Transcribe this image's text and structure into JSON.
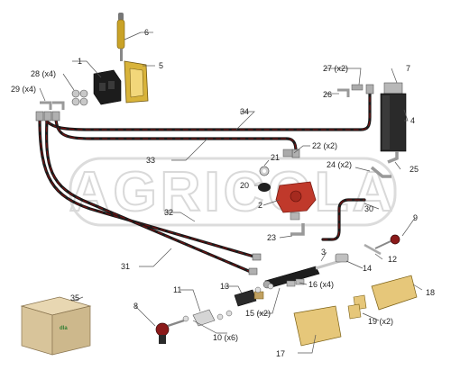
{
  "watermark": {
    "text": "AGRICOLA"
  },
  "box_logo": {
    "text": "dla",
    "color": "#2e7d32"
  },
  "colors": {
    "hose": "#1a1a1a",
    "hose_stripe": "#7a1010",
    "valve_red": "#c0392b",
    "brass": "#c9a227",
    "tank": "#2a2a2a"
  },
  "callouts": [
    {
      "id": "p1",
      "text": "1"
    },
    {
      "id": "p2",
      "text": "2"
    },
    {
      "id": "p3",
      "text": "3"
    },
    {
      "id": "p4",
      "text": "4"
    },
    {
      "id": "p5",
      "text": "5"
    },
    {
      "id": "p6",
      "text": "6"
    },
    {
      "id": "p7",
      "text": "7"
    },
    {
      "id": "p8",
      "text": "8"
    },
    {
      "id": "p9",
      "text": "9"
    },
    {
      "id": "p10",
      "text": "10 (x6)"
    },
    {
      "id": "p11",
      "text": "11"
    },
    {
      "id": "p12",
      "text": "12"
    },
    {
      "id": "p13",
      "text": "13"
    },
    {
      "id": "p14",
      "text": "14"
    },
    {
      "id": "p15",
      "text": "15 (x2)"
    },
    {
      "id": "p16",
      "text": "16 (x4)"
    },
    {
      "id": "p17",
      "text": "17"
    },
    {
      "id": "p18",
      "text": "18"
    },
    {
      "id": "p19",
      "text": "19 (x2)"
    },
    {
      "id": "p20",
      "text": "20"
    },
    {
      "id": "p21",
      "text": "21"
    },
    {
      "id": "p22",
      "text": "22 (x2)"
    },
    {
      "id": "p23",
      "text": "23"
    },
    {
      "id": "p24",
      "text": "24 (x2)"
    },
    {
      "id": "p25",
      "text": "25"
    },
    {
      "id": "p26",
      "text": "26"
    },
    {
      "id": "p27",
      "text": "27 (x2)"
    },
    {
      "id": "p28",
      "text": "28 (x4)"
    },
    {
      "id": "p29",
      "text": "29 (x4)"
    },
    {
      "id": "p30",
      "text": "30"
    },
    {
      "id": "p31",
      "text": "31"
    },
    {
      "id": "p32",
      "text": "32"
    },
    {
      "id": "p33",
      "text": "33"
    },
    {
      "id": "p34",
      "text": "34"
    },
    {
      "id": "p35",
      "text": "35"
    }
  ]
}
